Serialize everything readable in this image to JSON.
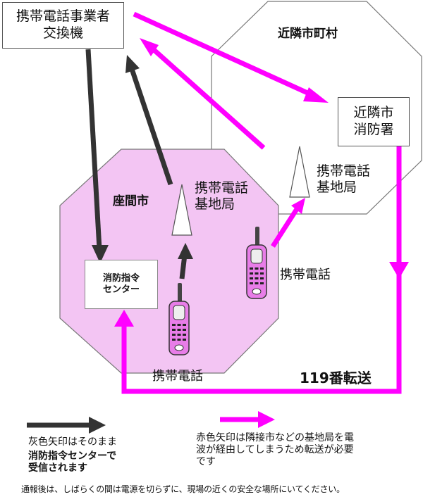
{
  "nodes": {
    "carrier_switch": {
      "line1": "携帯電話事業者",
      "line2": "交換機"
    },
    "neighbor_area": "近隣市町村",
    "neighbor_fire": {
      "line1": "近隣市",
      "line2": "消防署"
    },
    "neighbor_base": {
      "line1": "携帯電話",
      "line2": "基地局"
    },
    "city_area": "座間市",
    "city_base": {
      "line1": "携帯電話",
      "line2": "基地局"
    },
    "dispatch_center": {
      "line1": "消防指令",
      "line2": "センター"
    },
    "phone_near_city": "携帯電話",
    "phone_near_border": "携帯電話"
  },
  "transfer_label": "119番転送",
  "legend": {
    "gray": {
      "line1": "灰色矢印はそのまま",
      "line2": "消防指令センターで",
      "line3": "受信されます"
    },
    "red": {
      "line1": "赤色矢印は隣接市などの基地局を電",
      "line2": "波が経由してしまうため転送が必要",
      "line3": "です"
    }
  },
  "footer": "通報後は、しばらくの間は電源を切らずに、現場の近くの安全な場所にいてください。",
  "colors": {
    "red_arrow": "#ff00ff",
    "gray_arrow": "#333333",
    "city_fill": "#f3c5f3",
    "phone_body": "#e87de8"
  }
}
